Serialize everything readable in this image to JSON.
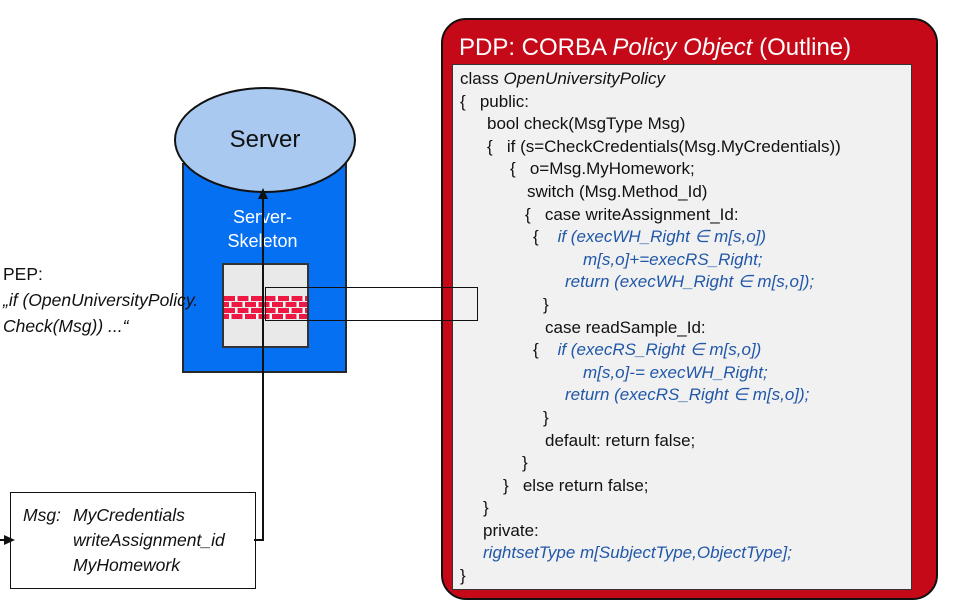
{
  "pdp": {
    "title": {
      "prefix": "PDP: CORBA ",
      "italic": "Policy Object",
      "suffix": " (Outline)"
    },
    "code_lines": [
      {
        "indent": 0,
        "segs": [
          [
            "class ",
            "p"
          ],
          [
            "OpenUniversityPolicy",
            "i"
          ]
        ]
      },
      {
        "indent": 0,
        "segs": [
          [
            "{   public:",
            "p"
          ]
        ]
      },
      {
        "indent": 27,
        "segs": [
          [
            "bool check(MsgType Msg)",
            "p"
          ]
        ]
      },
      {
        "indent": 27,
        "segs": [
          [
            "{   if (s=CheckCredentials(Msg.MyCredentials))",
            "p"
          ]
        ]
      },
      {
        "indent": 50,
        "segs": [
          [
            "{   o=Msg.MyHomework;",
            "p"
          ]
        ]
      },
      {
        "indent": 67,
        "segs": [
          [
            "switch (Msg.Method_Id)",
            "p"
          ]
        ]
      },
      {
        "indent": 65,
        "segs": [
          [
            "{   case writeAssignment_Id:",
            "p"
          ]
        ]
      },
      {
        "indent": 73,
        "segs": [
          [
            "{    ",
            "p"
          ],
          [
            "if (execWH_Right ∈ m[s,o])",
            "b"
          ]
        ]
      },
      {
        "indent": 123,
        "segs": [
          [
            "m[s,o]+=execRS_Right;",
            "b"
          ]
        ]
      },
      {
        "indent": 105,
        "segs": [
          [
            "return (execWH_Right ∈ m[s,o]);",
            "b"
          ]
        ]
      },
      {
        "indent": 83,
        "segs": [
          [
            "}",
            "p"
          ]
        ]
      },
      {
        "indent": 85,
        "segs": [
          [
            "case readSample_Id:",
            "p"
          ]
        ]
      },
      {
        "indent": 73,
        "segs": [
          [
            "{    ",
            "p"
          ],
          [
            "if (execRS_Right ∈ m[s,o])",
            "b"
          ]
        ]
      },
      {
        "indent": 123,
        "segs": [
          [
            "m[s,o]-= execWH_Right;",
            "b"
          ]
        ]
      },
      {
        "indent": 105,
        "segs": [
          [
            "return (execRS_Right ∈ m[s,o]);",
            "b"
          ]
        ]
      },
      {
        "indent": 83,
        "segs": [
          [
            "}",
            "p"
          ]
        ]
      },
      {
        "indent": 85,
        "segs": [
          [
            "default: return false;",
            "p"
          ]
        ]
      },
      {
        "indent": 62,
        "segs": [
          [
            "}",
            "p"
          ]
        ]
      },
      {
        "indent": 43,
        "segs": [
          [
            "}   else return false;",
            "p"
          ]
        ]
      },
      {
        "indent": 23,
        "segs": [
          [
            "}",
            "p"
          ]
        ]
      },
      {
        "indent": 23,
        "segs": [
          [
            "private:",
            "p"
          ]
        ]
      },
      {
        "indent": 23,
        "segs": [
          [
            "rightsetType m[SubjectType,ObjectType];",
            "b"
          ]
        ]
      },
      {
        "indent": 0,
        "segs": [
          [
            "}",
            "p"
          ]
        ]
      }
    ]
  },
  "server": {
    "label": "Server"
  },
  "skeleton": {
    "line1": "Server-",
    "line2": "Skeleton"
  },
  "pep": {
    "title": "PEP:",
    "line1": "„if (OpenUniversityPolicy.",
    "line2": "Check(Msg)) ...“"
  },
  "msg": {
    "label": "Msg:",
    "items": [
      "MyCredentials",
      "writeAssignment_id",
      "MyHomework"
    ]
  },
  "colors": {
    "pdp_red": "#C60918",
    "code_panel_gray": "#F1F1F1",
    "code_blue": "#2157A8",
    "server_rect_blue": "#0670F2",
    "server_ellipse_blue": "#A9C9F0",
    "brick_red": "#EE1843"
  }
}
